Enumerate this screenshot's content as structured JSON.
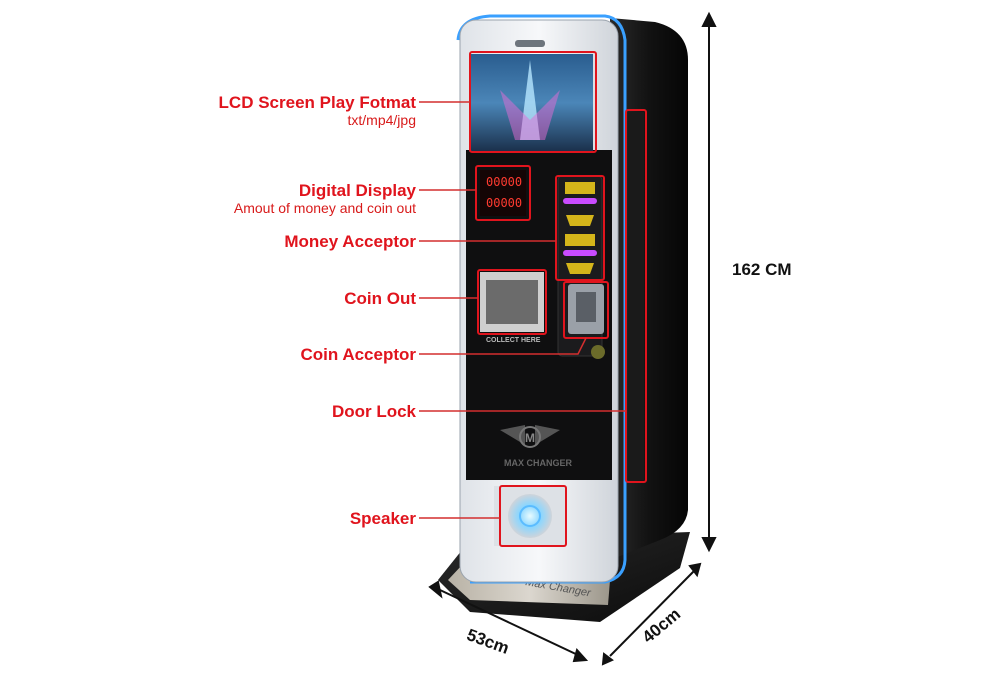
{
  "labels": [
    {
      "title": "LCD Screen Play Fotmat",
      "subtitle": "txt/mp4/jpg"
    },
    {
      "title": "Digital Display",
      "subtitle": "Amout of money and coin out"
    },
    {
      "title": "Money Acceptor"
    },
    {
      "title": "Coin Out"
    },
    {
      "title": "Coin Acceptor"
    },
    {
      "title": "Door Lock"
    },
    {
      "title": "Speaker"
    }
  ],
  "dimensions": {
    "height": "162 CM",
    "width": "53cm",
    "depth": "40cm"
  },
  "machine": {
    "display_digits_top": "00000",
    "display_digits_bottom": "00000",
    "collect_text": "COLLECT HERE",
    "brand": "MAX CHANGER",
    "logo_letter": "M",
    "base_text": "Max Changer"
  },
  "colors": {
    "callout": "#e0141d",
    "edge_glow": "#3aa0ff",
    "cabinet": "#161616"
  }
}
